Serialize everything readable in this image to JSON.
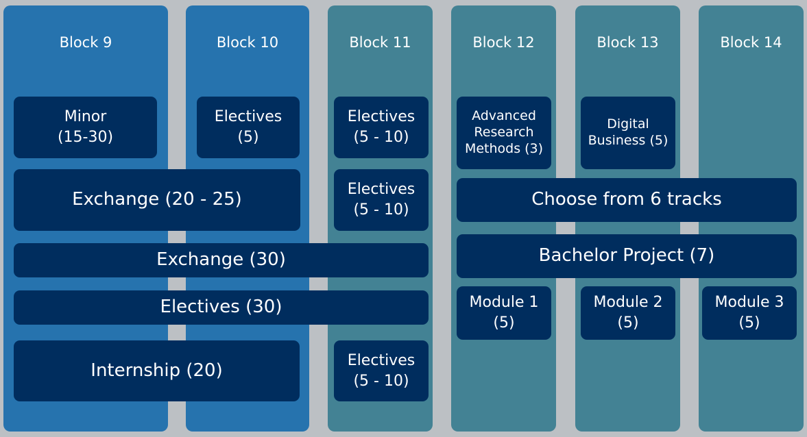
{
  "blocks": [
    "Block 9",
    "Block 10",
    "Block 11",
    "Block 12",
    "Block 13",
    "Block 14"
  ],
  "boxes": {
    "minor": "Minor\n(15-30)",
    "electives_b10": "Electives\n(5)",
    "electives_b11_a": "Electives\n(5 - 10)",
    "advanced_research": "Advanced\nResearch\nMethods (3)",
    "digital_business": "Digital\nBusiness (5)",
    "exchange_20_25": "Exchange (20 - 25)",
    "electives_b11_b": "Electives\n(5 - 10)",
    "choose_tracks": "Choose from 6 tracks",
    "exchange_30": "Exchange (30)",
    "bachelor_project": "Bachelor Project (7)",
    "electives_30": "Electives (30)",
    "module_1": "Module 1\n(5)",
    "module_2": "Module 2\n(5)",
    "module_3": "Module 3\n(5)",
    "internship": "Internship (20)",
    "electives_b11_c": "Electives\n(5 - 10)"
  },
  "colors": {
    "background": "#bcc0c4",
    "blue_column": "#2673ae",
    "teal_column": "#438294",
    "box": "#002d5e",
    "text": "#ffffff"
  }
}
